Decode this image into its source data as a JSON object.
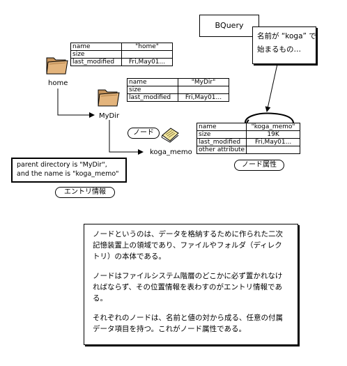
{
  "bquery": {
    "title": "BQuery",
    "note_line1": "名前が “koga” で",
    "note_line2": "始まるもの…"
  },
  "home": {
    "label": "home",
    "attrs": [
      {
        "name": "name",
        "value": "\"home\""
      },
      {
        "name": "size",
        "value": ""
      },
      {
        "name": "last_modified",
        "value": "Fri,May01..."
      }
    ]
  },
  "mydir": {
    "label": "MyDir",
    "attrs": [
      {
        "name": "name",
        "value": "\"MyDir\""
      },
      {
        "name": "size",
        "value": ""
      },
      {
        "name": "last_modified",
        "value": "Fri,May01..."
      }
    ]
  },
  "memo": {
    "label": "koga_memo",
    "attrs": [
      {
        "name": "name",
        "value": "\"koga_memo\""
      },
      {
        "name": "size",
        "value": "19K"
      },
      {
        "name": "last_modified",
        "value": "Fri,May01..."
      },
      {
        "name": "other attribute",
        "value": ""
      }
    ]
  },
  "labels": {
    "node": "ノード",
    "node_attr": "ノード属性",
    "entry_info": "エントリ情報"
  },
  "entry_note": {
    "line1": "parent directory is \"MyDir\",",
    "line2": "and the name is \"koga_memo\""
  },
  "description": {
    "p1": "ノードというのは、データを格納するために作られた二次記憶装置上の領域であり、ファイルやフォルダ（ディレクトリ）の本体である。",
    "p2": "ノードはファイルシステム階層のどこかに必ず置かれなければならず、その位置情報を表わすのがエントリ情報である。",
    "p3": "それぞれのノードは、名前と値の対から成る、任意の付属データ項目を持つ。これがノード属性である。"
  }
}
